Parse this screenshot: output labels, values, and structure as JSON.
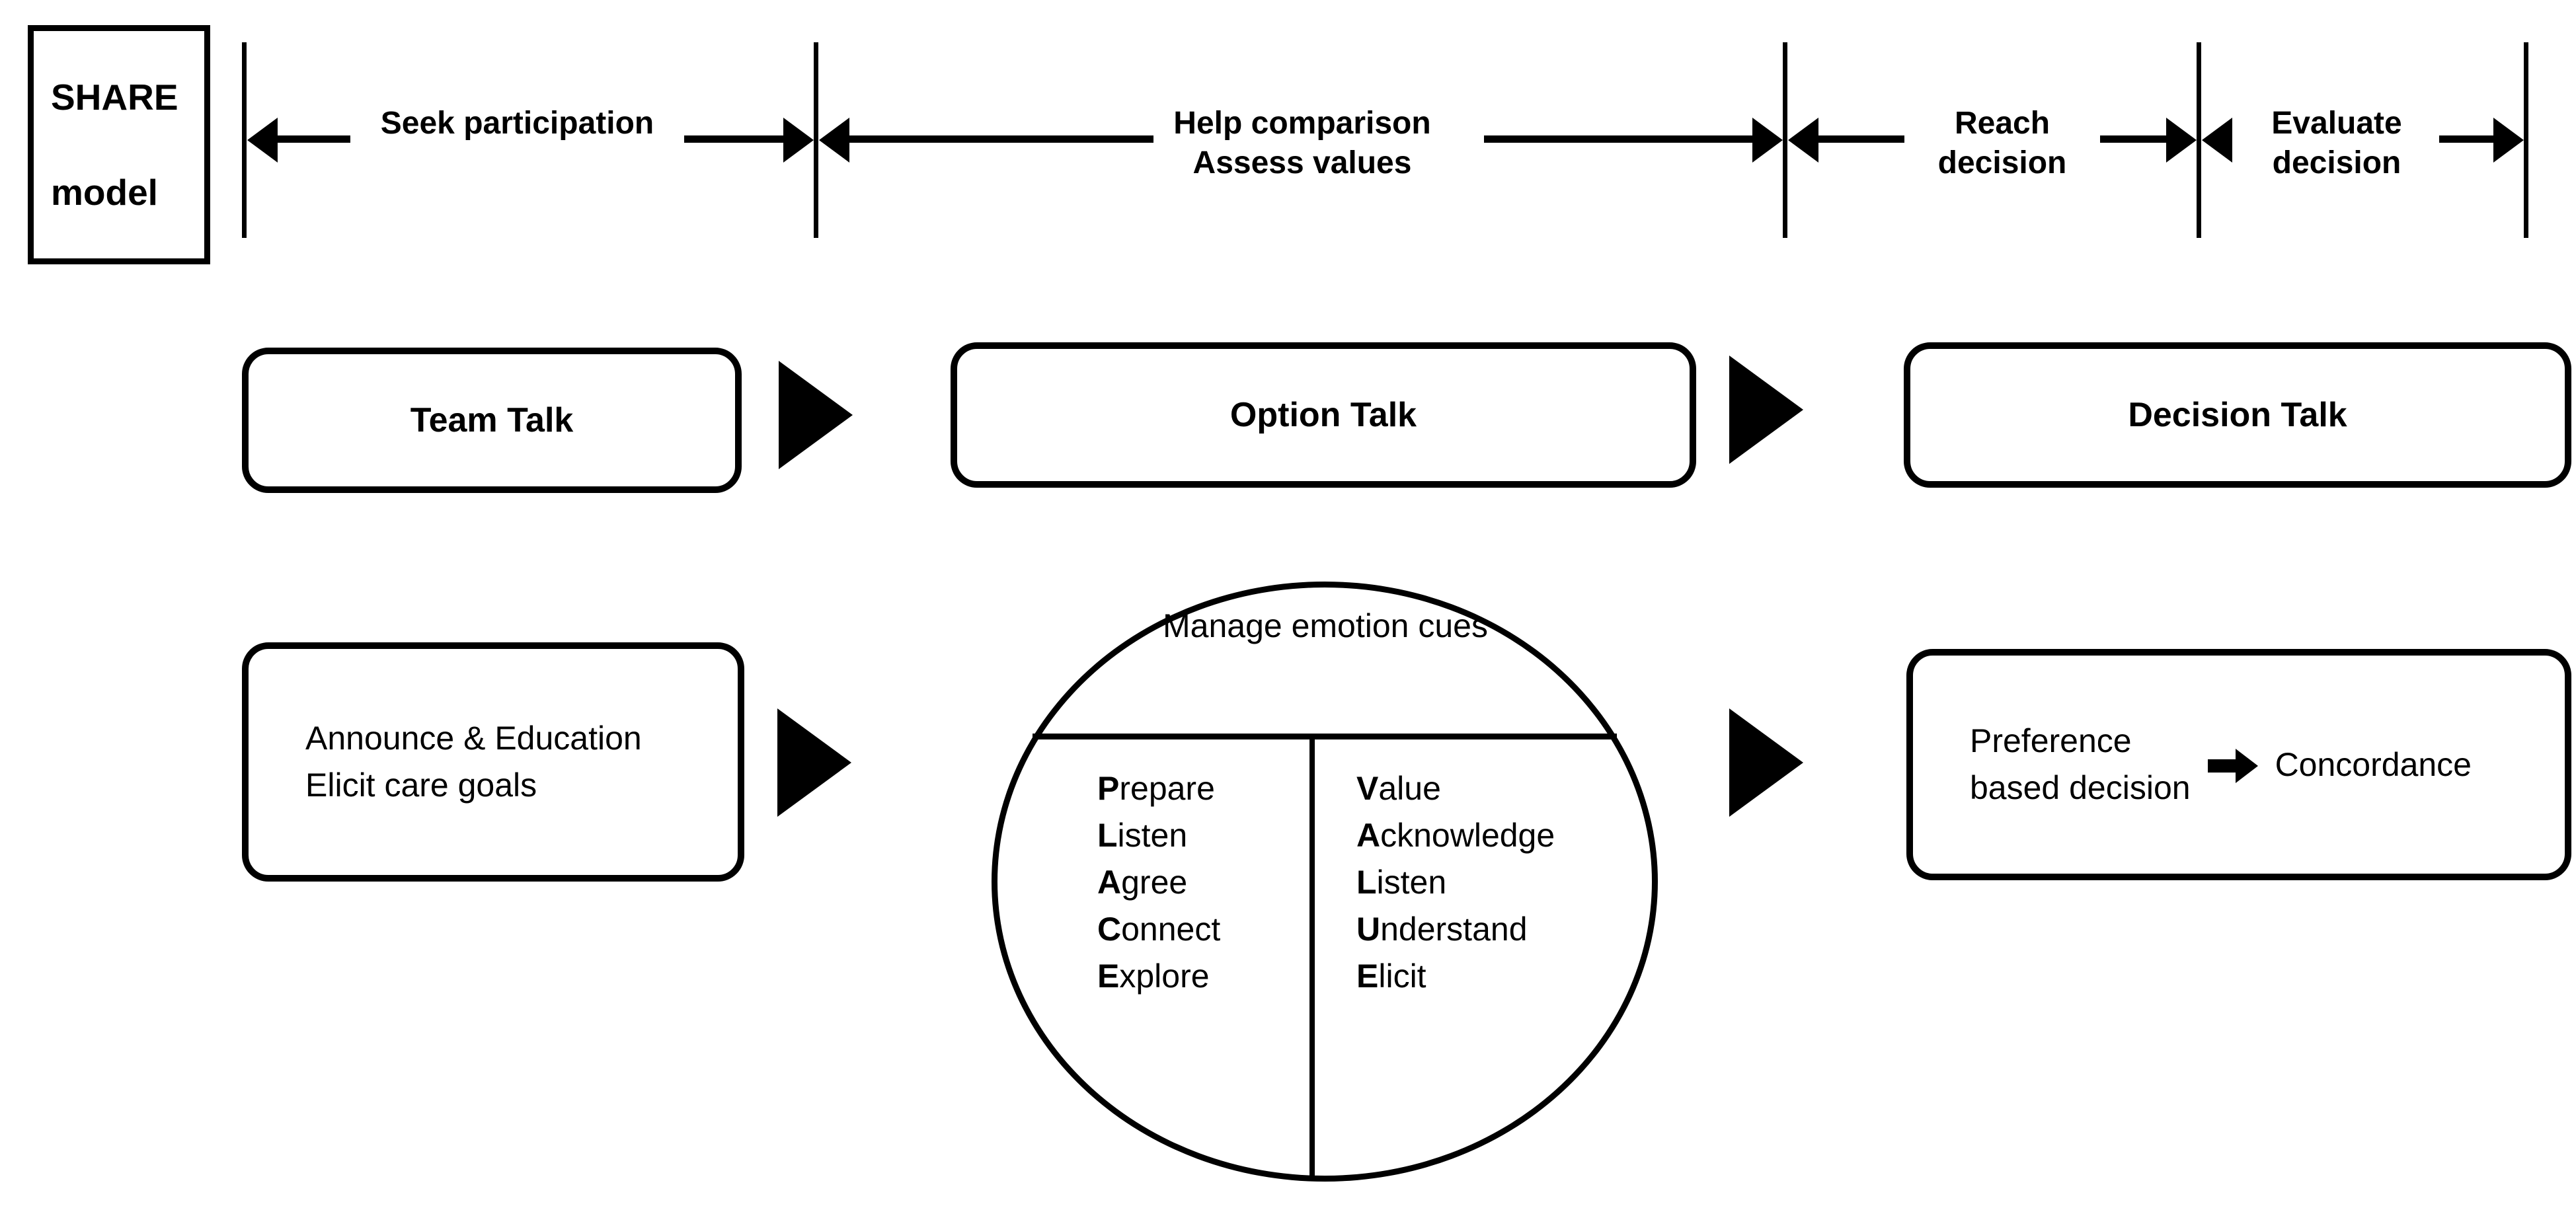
{
  "diagram": {
    "title": "SHARE model",
    "share_box": {
      "line1": "SHARE",
      "line2": "model"
    },
    "timeline": {
      "phases": [
        {
          "id": "seek-participation",
          "line1": "Seek participation",
          "line2": ""
        },
        {
          "id": "help-comparison-assess-values",
          "line1": "Help comparison",
          "line2": "Assess values"
        },
        {
          "id": "reach-decision",
          "line1": "Reach",
          "line2": "decision"
        },
        {
          "id": "evaluate-decision",
          "line1": "Evaluate",
          "line2": "decision"
        }
      ]
    },
    "talk_row": {
      "boxes": [
        {
          "id": "team-talk",
          "label": "Team Talk"
        },
        {
          "id": "option-talk",
          "label": "Option Talk"
        },
        {
          "id": "decision-talk",
          "label": "Decision Talk"
        }
      ]
    },
    "detail_row": {
      "left_box": {
        "line1": "Announce & Education",
        "line2": "Elicit care goals"
      },
      "circle": {
        "top_label": "Manage emotion cues",
        "left_column": {
          "acronym": "PLACE",
          "items": [
            {
              "initial": "P",
              "rest": "repare"
            },
            {
              "initial": "L",
              "rest": "isten"
            },
            {
              "initial": "A",
              "rest": "gree"
            },
            {
              "initial": "C",
              "rest": "onnect"
            },
            {
              "initial": "E",
              "rest": "xplore"
            }
          ]
        },
        "right_column": {
          "acronym": "VALUE",
          "items": [
            {
              "initial": "V",
              "rest": "alue"
            },
            {
              "initial": "A",
              "rest": "cknowledge"
            },
            {
              "initial": "L",
              "rest": "isten"
            },
            {
              "initial": "U",
              "rest": "nderstand"
            },
            {
              "initial": "E",
              "rest": "licit"
            }
          ]
        }
      },
      "right_box": {
        "line1": "Preference",
        "line2": "based decision",
        "outcome": "Concordance",
        "arrow": "right-arrow-icon"
      }
    },
    "colors": {
      "stroke": "#000000",
      "background": "#ffffff"
    }
  }
}
